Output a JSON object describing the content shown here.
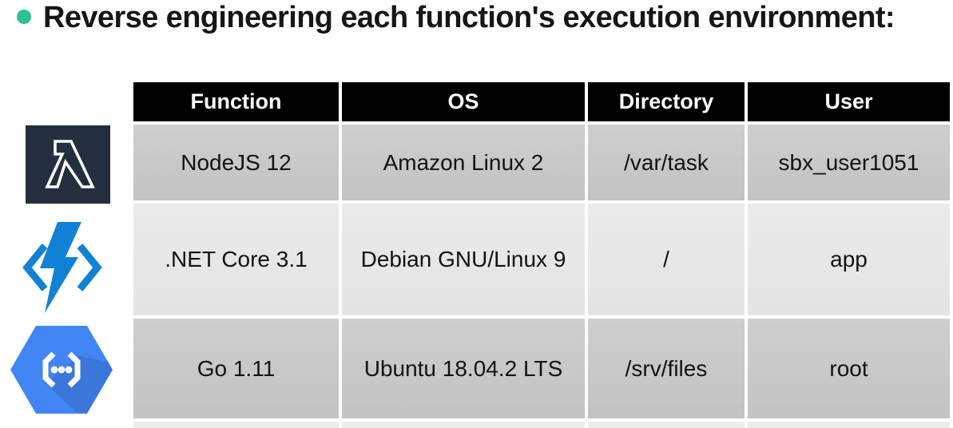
{
  "slide": {
    "title": "Reverse engineering each function's execution environment:"
  },
  "table": {
    "headers": [
      "Function",
      "OS",
      "Directory",
      "User"
    ],
    "rows": [
      {
        "provider": "AWS Lambda",
        "cells": [
          "NodeJS 12",
          "Amazon Linux 2",
          "/var/task",
          "sbx_user1051"
        ]
      },
      {
        "provider": "Azure Functions",
        "cells": [
          ".NET Core 3.1",
          "Debian GNU/Linux 9",
          "/",
          "app"
        ]
      },
      {
        "provider": "Google Cloud Functions",
        "cells": [
          "Go 1.11",
          "Ubuntu 18.04.2 LTS",
          "/srv/files",
          "root"
        ]
      }
    ]
  },
  "icons": {
    "aws_lambda_bg": "#232F3E",
    "aws_lambda_glyph": "#FFFFFF",
    "azure_color": "#1181D5",
    "gcp_color": "#4285F4",
    "gcp_shadow": "rgba(0,0,0,0.10)",
    "gcp_glyph": "#FFFFFF"
  },
  "colors": {
    "bullet": "#2FC18C",
    "title_text": "#161616",
    "header_bg": "#000000",
    "header_text": "#FFFFFF",
    "row_band_dark": "#C9C9C9",
    "row_band_light": "#E8E8E8",
    "cell_text": "#121212",
    "background": "#FFFFFF"
  }
}
